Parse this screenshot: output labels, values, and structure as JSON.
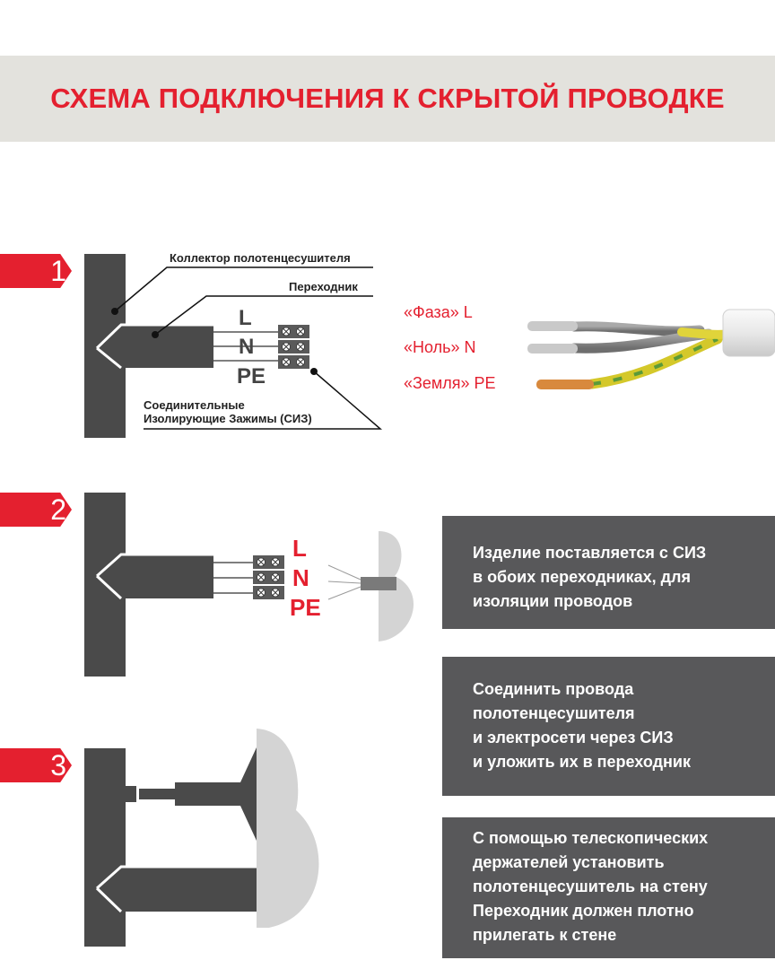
{
  "title": "СХЕМА ПОДКЛЮЧЕНИЯ К СКРЫТОЙ ПРОВОДКЕ",
  "steps": [
    {
      "number": "1",
      "labels": {
        "collector": "Коллектор полотенцесушителя",
        "adapter": "Переходник",
        "clamps_line1": "Соединительные",
        "clamps_line2": "Изолирующие Зажимы (СИЗ)"
      },
      "wires": [
        "L",
        "N",
        "PE"
      ],
      "cable_labels": [
        "«Фаза» L",
        "«Ноль» N",
        "«Земля» PE"
      ]
    },
    {
      "number": "2",
      "wires": [
        "L",
        "N",
        "PE"
      ],
      "info_lines": [
        "Изделие поставляется с СИЗ",
        "в обоих переходниках, для",
        "изоляции проводов"
      ]
    },
    {
      "number": "3",
      "info_lines": [
        "С помощью телескопических",
        "держателей установить",
        "полотенцесушитель на стену",
        "Переходник должен плотно",
        "прилегать к стене"
      ]
    }
  ],
  "middle_info_lines": [
    "Соединить провода",
    "полотенцесушителя",
    "и электросети через СИЗ",
    "и уложить их в переходник"
  ],
  "colors": {
    "accent_red": "#e4202f",
    "banner_bg": "#e3e2dd",
    "dark_gray": "#58585a",
    "wall_gray": "#d4d4d4"
  }
}
